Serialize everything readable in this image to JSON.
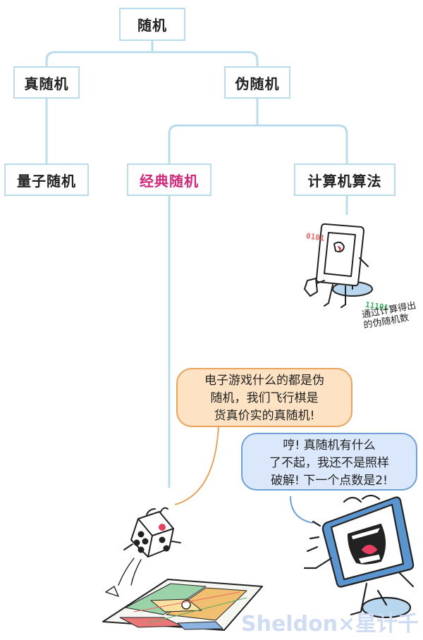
{
  "nodes": {
    "root": "随机",
    "true_random": "真随机",
    "pseudo_random": "伪随机",
    "quantum_random": "量子随机",
    "classical_random": "经典随机",
    "algorithm": "计算机算法"
  },
  "computer_caption": {
    "line1": "通过计算得出",
    "line2": "的伪随机数"
  },
  "binary_text": {
    "red": "0101",
    "green": "11101"
  },
  "bubble_orange": {
    "line1": "电子游戏什么的都是伪",
    "line2": "随机，我们飞行棋是",
    "line3": "货真价实的真随机!"
  },
  "bubble_blue": {
    "line1": "哼! 真随机有什么",
    "line2": "了不起，我还不是照样",
    "line3": "破解! 下一个点数是2!"
  },
  "watermark": "Sheldon×星计千",
  "colors": {
    "tree_line": "#b8dcec",
    "highlight": "#d0287a",
    "bubble_orange": "#fde3c4",
    "bubble_blue": "#dbe8fb"
  }
}
